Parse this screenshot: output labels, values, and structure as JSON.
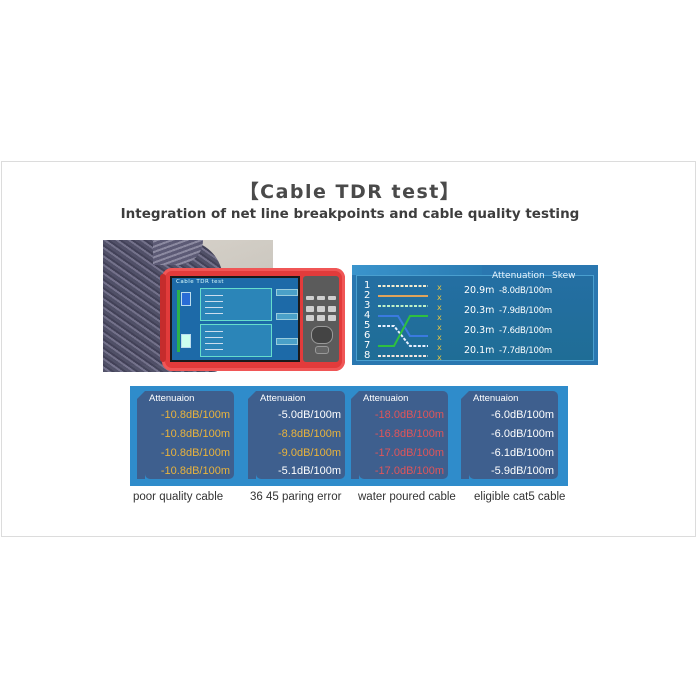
{
  "header": {
    "title": "【Cable TDR test】",
    "subtitle": "Integration of net line breakpoints and cable quality testing"
  },
  "device_screen": {
    "title": "Cable TDR test"
  },
  "wire_panel": {
    "col_attenuation": "Attenuation",
    "col_skew": "Skew",
    "pins": [
      "1",
      "2",
      "3",
      "4",
      "5",
      "6",
      "7",
      "8"
    ],
    "pin_status": [
      "x",
      "x",
      "x",
      "x",
      "x",
      "x",
      "x",
      "x"
    ],
    "pairs": [
      {
        "distance": "20.9m",
        "attenuation": "-8.0dB/100m"
      },
      {
        "distance": "20.3m",
        "attenuation": "-7.9dB/100m"
      },
      {
        "distance": "20.3m",
        "attenuation": "-7.6dB/100m"
      },
      {
        "distance": "20.1m",
        "attenuation": "-7.7dB/100m"
      }
    ],
    "colors": {
      "mark": "#e8c640",
      "text": "#ffffff"
    }
  },
  "cases": [
    {
      "header": "Attenuaion",
      "values": [
        "-10.8dB/100m",
        "-10.8dB/100m",
        "-10.8dB/100m",
        "-10.8dB/100m"
      ],
      "value_colors": [
        "#e9b33c",
        "#e9b33c",
        "#e9b33c",
        "#e9b33c"
      ],
      "caption": "poor quality cable"
    },
    {
      "header": "Attenuaion",
      "values": [
        "-5.0dB/100m",
        "-8.8dB/100m",
        "-9.0dB/100m",
        "-5.1dB/100m"
      ],
      "value_colors": [
        "#ffffff",
        "#e9b33c",
        "#e9b33c",
        "#ffffff"
      ],
      "caption": "36 45 paring error"
    },
    {
      "header": "Attenuaion",
      "values": [
        "-18.0dB/100m",
        "-16.8dB/100m",
        "-17.0dB/100m",
        "-17.0dB/100m"
      ],
      "value_colors": [
        "#e0555a",
        "#e0555a",
        "#e0555a",
        "#e0555a"
      ],
      "caption": "water poured cable"
    },
    {
      "header": "Attenuaion",
      "values": [
        "-6.0dB/100m",
        "-6.0dB/100m",
        "-6.1dB/100m",
        "-5.9dB/100m"
      ],
      "value_colors": [
        "#ffffff",
        "#ffffff",
        "#ffffff",
        "#ffffff"
      ],
      "caption": "eligible cat5 cable"
    }
  ]
}
